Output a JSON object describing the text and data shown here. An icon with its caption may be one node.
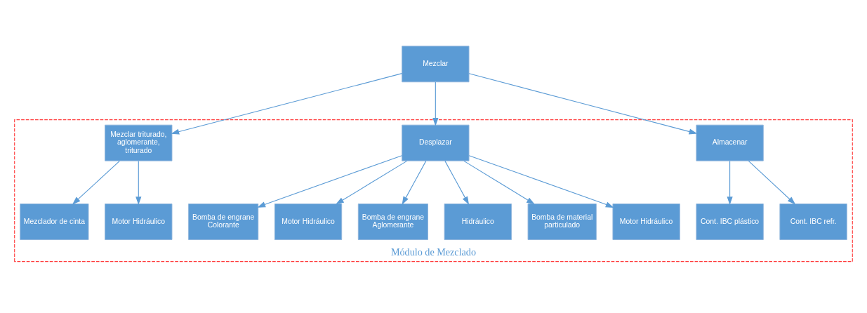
{
  "diagram": {
    "nodes": [
      {
        "text": [
          "Mezclar"
        ]
      },
      {
        "text": [
          "Módulo de Mezclado"
        ]
      },
      {
        "text": [
          "Almacenar"
        ],
        "in": 1
      },
      {
        "text": [
          "Desplazar"
        ],
        "in": 1
      },
      {
        "text": [
          "Mezclar triturado, aglomerante, triturado"
        ],
        "in": 1
      },
      {
        "text": [
          "Cont. IBC plástico"
        ],
        "in": 1
      },
      {
        "text": [
          "Cont. IBC refr."
        ],
        "in": 1
      },
      {
        "text": [
          "Bomba de engrane Colorante"
        ],
        "in": 1
      },
      {
        "text": [
          "Motor Hidráulico"
        ],
        "in": 1
      },
      {
        "text": [
          "Bomba de engrane Aglomerante"
        ],
        "in": 1
      },
      {
        "text": [
          "Hidráulico"
        ],
        "in": 1
      },
      {
        "text": [
          "Bomba de material particulado"
        ],
        "in": 1
      },
      {
        "text": [
          "Motor Hidráulico"
        ],
        "in": 1
      },
      {
        "text": [
          "Mezclador de cinta"
        ],
        "in": 1
      },
      {
        "text": [
          "Motor Hidráulico"
        ],
        "in": 1
      }
    ],
    "edges": [
      {
        "from": 0,
        "to": 2,
        "arrow": "to"
      },
      {
        "from": 0,
        "to": 3,
        "arrow": "to"
      },
      {
        "from": 0,
        "to": 4,
        "arrow": "to"
      },
      {
        "from": 2,
        "to": 5,
        "arrow": "to"
      },
      {
        "from": 2,
        "to": 6,
        "arrow": "to"
      },
      {
        "from": 3,
        "to": 7,
        "arrow": "to"
      },
      {
        "from": 3,
        "to": 8,
        "arrow": "to"
      },
      {
        "from": 3,
        "to": 9,
        "arrow": "to"
      },
      {
        "from": 3,
        "to": 10,
        "arrow": "to"
      },
      {
        "from": 3,
        "to": 11,
        "arrow": "to"
      },
      {
        "from": 3,
        "to": 12,
        "arrow": "to"
      },
      {
        "from": 4,
        "to": 13,
        "arrow": "to"
      },
      {
        "from": 4,
        "to": 14,
        "arrow": "to"
      }
    ]
  }
}
